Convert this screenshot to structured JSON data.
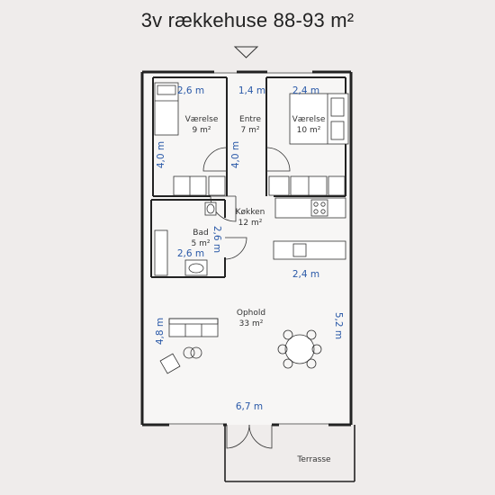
{
  "title": "3v rækkehuse 88-93 m²",
  "icons": {
    "north": "triangle-down-icon"
  },
  "colors": {
    "dimension": "#2a59a8",
    "wall": "#222222",
    "background": "#efeceb"
  },
  "rooms": {
    "vaerelse_left": {
      "name": "Værelse",
      "area": "9 m²"
    },
    "entre": {
      "name": "Entre",
      "area": "7 m²"
    },
    "vaerelse_right": {
      "name": "Værelse",
      "area": "10 m²"
    },
    "koekken": {
      "name": "Køkken",
      "area": "12 m²"
    },
    "bad": {
      "name": "Bad",
      "area": "5 m²"
    },
    "ophold": {
      "name": "Ophold",
      "area": "33 m²"
    },
    "terrasse": {
      "name": "Terrasse"
    }
  },
  "dimensions": {
    "vaerelse_left_width": "2,6 m",
    "vaerelse_left_depth": "4,0 m",
    "entre_width": "1,4 m",
    "entre_depth": "4,0 m",
    "vaerelse_right_width": "2,4 m",
    "bad_depth": "2,6 m",
    "bad_width": "2,6 m",
    "koekken_width": "2,4 m",
    "ophold_depth": "4,8 m",
    "ophold_depth_right": "5,2 m",
    "ophold_width": "6,7 m"
  }
}
